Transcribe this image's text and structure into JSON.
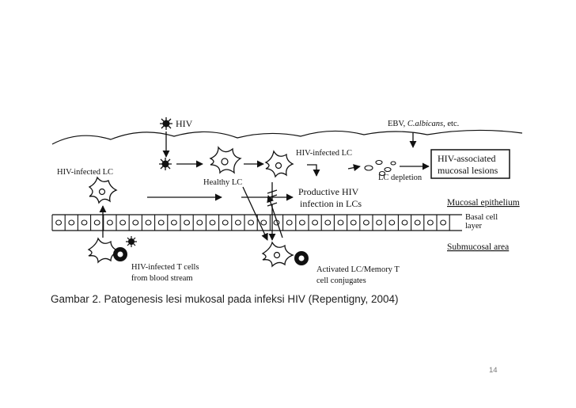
{
  "diagram": {
    "labels": {
      "hiv": "HIV",
      "ebv_prefix": "EBV, ",
      "ebv_italic": "C.albicans",
      "ebv_suffix": ", etc.",
      "hiv_infected_lc_left": "HIV-infected LC",
      "hiv_infected_lc_top": "HIV-infected LC",
      "healthy_lc": "Healthy LC",
      "lc_depletion": "LC depletion",
      "productive_line1": "Productive HIV",
      "productive_line2": "infection in LCs",
      "lesions_line1": "HIV-associated",
      "lesions_line2": "mucosal lesions",
      "mucosal_epithelium": "Mucosal epithelium",
      "basal_line1": "Basal cell",
      "basal_line2": "layer",
      "submucosal": "Submucosal area",
      "tcells_line1": "HIV-infected T cells",
      "tcells_line2": "from blood stream",
      "activated_line1": "Activated LC/Memory T",
      "activated_line2": "cell conjugates"
    }
  },
  "caption": "Gambar 2. Patogenesis lesi mukosal pada infeksi HIV (Repentigny, 2004)",
  "page_number": "14",
  "colors": {
    "ink": "#111111",
    "caption": "#222222",
    "page_number": "#777777"
  }
}
